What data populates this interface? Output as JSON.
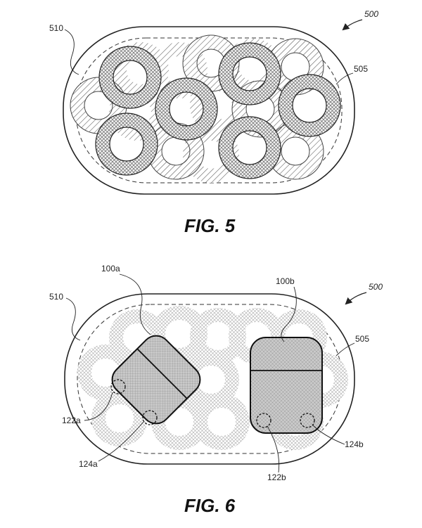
{
  "figure5": {
    "title": "FIG. 5",
    "ref_number": "500",
    "labels": {
      "outer_boundary": "510",
      "rings": "505"
    }
  },
  "figure6": {
    "title": "FIG. 6",
    "ref_number": "500",
    "labels": {
      "outer_boundary": "510",
      "rings": "505",
      "device_a": "100a",
      "device_b": "100b",
      "contact_a1": "122a",
      "contact_a2": "124a",
      "contact_b1": "122b",
      "contact_b2": "124b"
    }
  }
}
